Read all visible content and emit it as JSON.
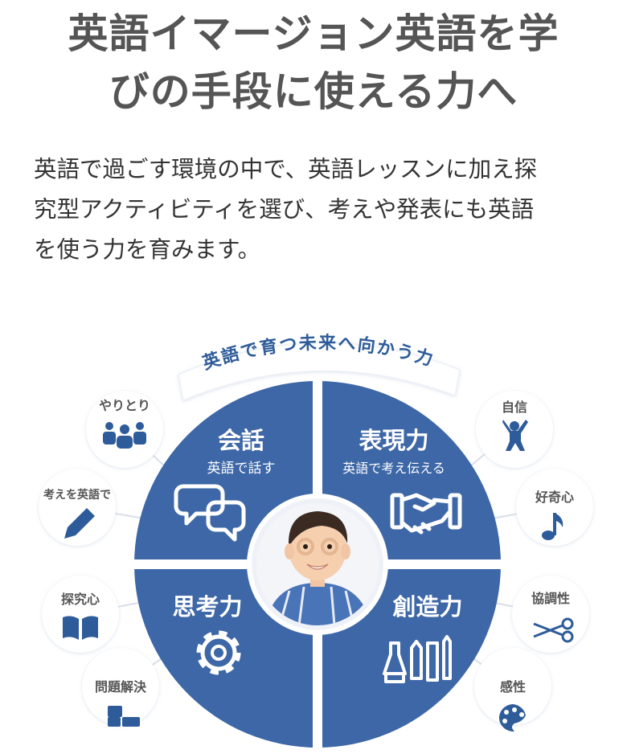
{
  "headline": {
    "line1": "英語イマージョン英語を学",
    "line2": "びの手段に使える力へ"
  },
  "description": {
    "line1": "英語で過ごす環境の中で、英語レッスンに加え探",
    "line2": "究型アクティビティを選び、考えや発表にも英語",
    "line3": "を使う力を育みます。"
  },
  "diagram": {
    "arc_title": "英語で育つ未来へ向かう力",
    "quadrants": [
      {
        "title": "会話",
        "subtitle": "英語で話す",
        "icon": "speech-bubbles-icon"
      },
      {
        "title": "表現力",
        "subtitle": "英語で考え伝える",
        "icon": "handshake-icon"
      },
      {
        "title": "思考力",
        "subtitle": "",
        "icon": "gear-icon"
      },
      {
        "title": "創造力",
        "subtitle": "",
        "icon": "art-tools-icon"
      }
    ],
    "left_satellites": [
      {
        "label": "やりとり",
        "icon": "people-icon"
      },
      {
        "label": "考えを英語で",
        "icon": "pencil-icon"
      },
      {
        "label": "探究心",
        "icon": "book-icon"
      },
      {
        "label": "問題解決",
        "icon": "blocks-icon"
      }
    ],
    "right_satellites": [
      {
        "label": "自信",
        "icon": "cheering-person-icon"
      },
      {
        "label": "好奇心",
        "icon": "music-note-icon"
      },
      {
        "label": "協調性",
        "icon": "scissors-icon"
      },
      {
        "label": "感性",
        "icon": "palette-icon"
      }
    ],
    "center_image": "smiling-child-photo",
    "colors": {
      "quadrant_blue": "#3d67a6",
      "icon_blue": "#2e5c9a",
      "text_gray": "#555555"
    }
  }
}
